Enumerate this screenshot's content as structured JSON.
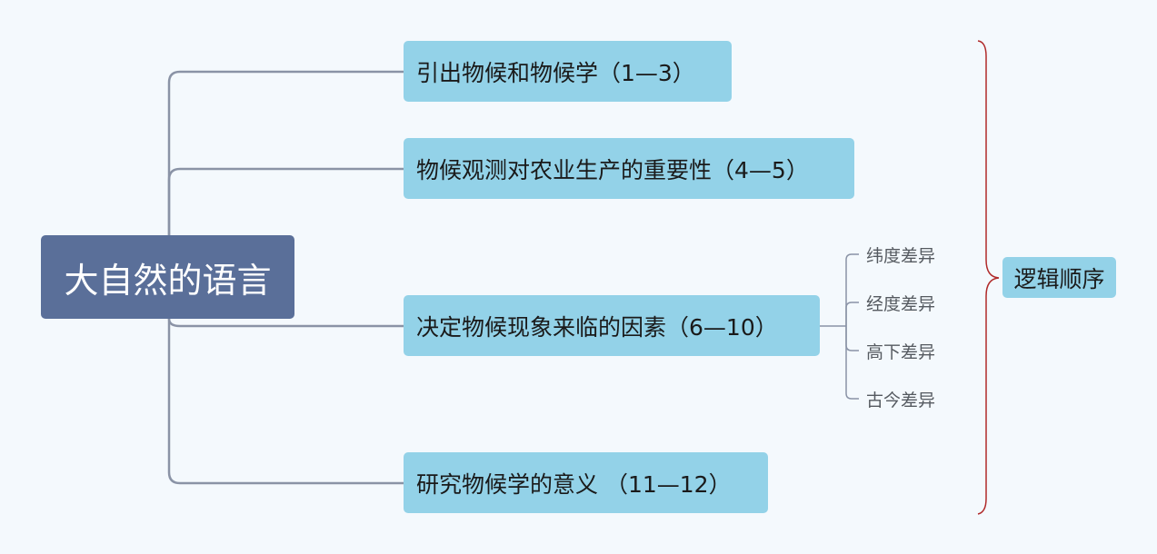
{
  "root": {
    "label": "大自然的语言"
  },
  "branches": [
    {
      "label": "引出物候和物候学（1—3）"
    },
    {
      "label": "物候观测对农业生产的重要性（4—5）"
    },
    {
      "label": "决定物候现象来临的因素（6—10）",
      "children": [
        {
          "label": "纬度差异"
        },
        {
          "label": "经度差异"
        },
        {
          "label": "高下差异"
        },
        {
          "label": "古今差异"
        }
      ]
    },
    {
      "label": "研究物候学的意义 （11—12）"
    }
  ],
  "summary": {
    "label": "逻辑顺序"
  },
  "colors": {
    "background": "#f4f9fd",
    "root_fill": "#5a6f99",
    "branch_fill": "#93d2e8",
    "connector": "#8a93a6",
    "brace": "#b02a2a"
  }
}
